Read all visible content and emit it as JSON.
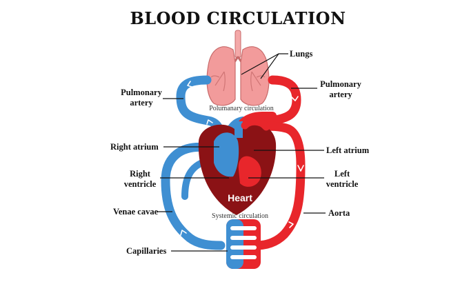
{
  "title": "BLOOD CIRCULATION",
  "labels": {
    "lungs": "Lungs",
    "pulmonary_artery_left_line1": "Pulmonary",
    "pulmonary_artery_left_line2": "artery",
    "pulmonary_artery_right_line1": "Pulmonary",
    "pulmonary_artery_right_line2": "artery",
    "right_atrium": "Right atrium",
    "left_atrium": "Left atrium",
    "right_ventricle_line1": "Right",
    "right_ventricle_line2": "ventricle",
    "left_ventricle_line1": "Left",
    "left_ventricle_line2": "ventricle",
    "venae_cavae": "Venae cavae",
    "aorta": "Aorta",
    "capillaries": "Capillaries",
    "heart": "Heart",
    "pulmonary_circulation": "Polumanary circulation",
    "systemic_circulation": "Systemic circulation"
  },
  "colors": {
    "oxygenated": "#e8262b",
    "deoxygenated": "#3f8fd2",
    "heart": "#8b1215",
    "lungs": "#f29b9b"
  }
}
